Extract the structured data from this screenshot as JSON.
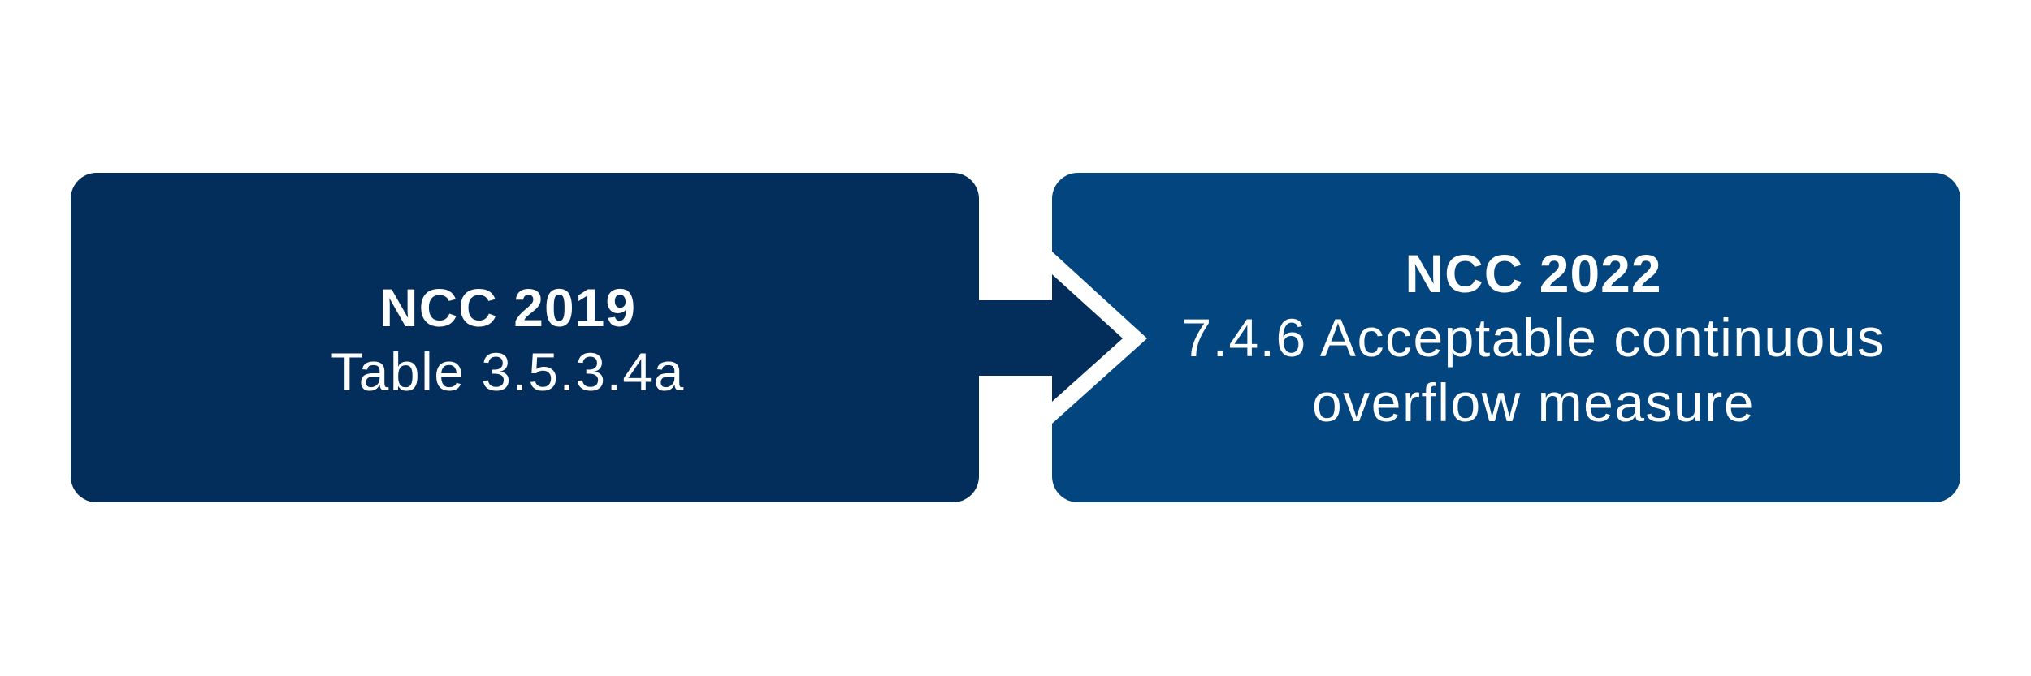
{
  "diagram": {
    "type": "flow",
    "direction": "left-to-right",
    "nodes": [
      {
        "id": "source",
        "title": "NCC 2019",
        "lines": [
          "Table 3.5.3.4a"
        ],
        "fill_color": "#032e5c",
        "text_color": "#ffffff"
      },
      {
        "id": "target",
        "title": "NCC 2022",
        "lines": [
          "7.4.6 Acceptable continuous",
          "overflow measure"
        ],
        "fill_color": "#03467f",
        "text_color": "#ffffff"
      }
    ],
    "edges": [
      {
        "from": "source",
        "to": "target",
        "style": "block-arrow",
        "fill_color": "#032e5c",
        "outline_color": "#ffffff"
      }
    ],
    "background_color": "#ffffff"
  }
}
